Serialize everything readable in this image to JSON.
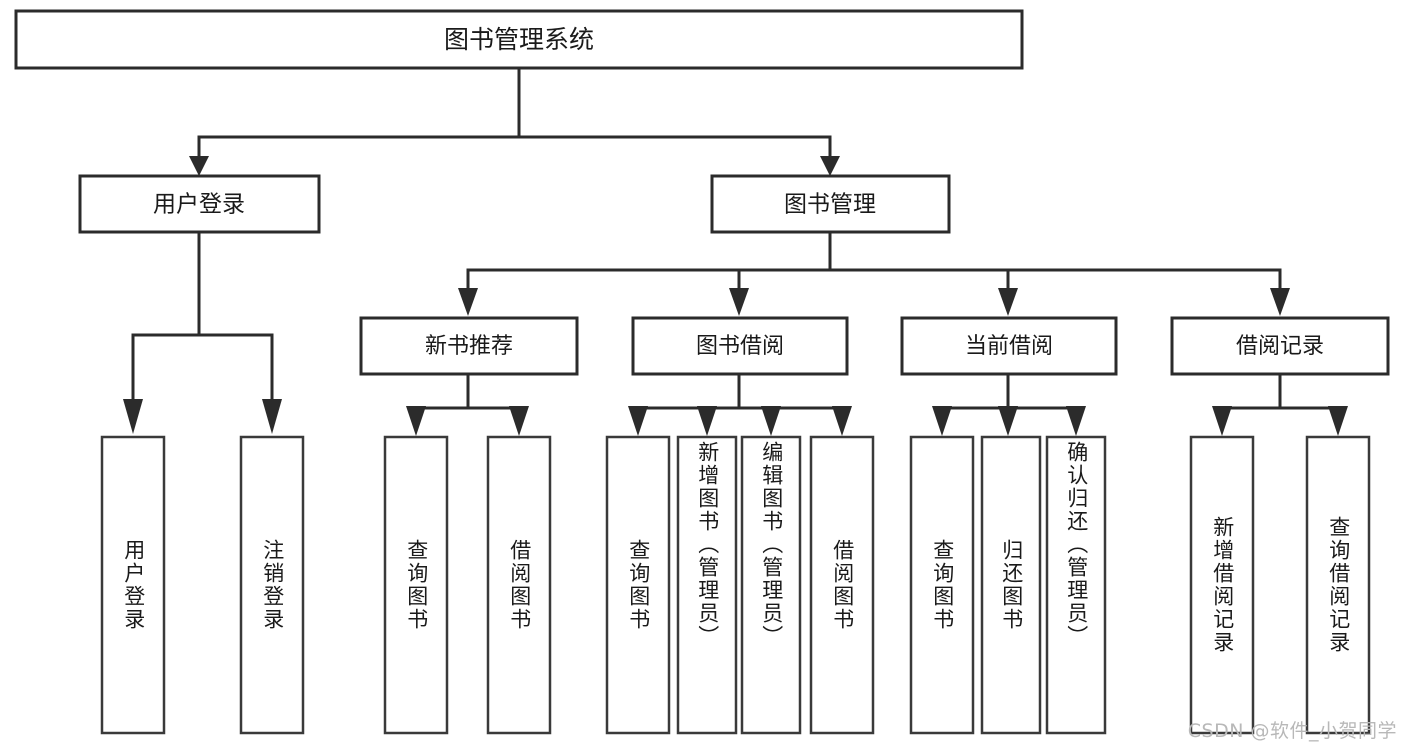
{
  "diagram": {
    "type": "hierarchy-tree",
    "title": "图书管理系统",
    "orientation": "top-down",
    "colors": {
      "box_fill": "#ffffff",
      "box_stroke": "#2b2b2b",
      "connector": "#2b2b2b",
      "text": "#1a1a1a",
      "background": "#ffffff",
      "watermark": "#b8b8b8"
    },
    "root": {
      "label": "图书管理系统",
      "level": 0
    },
    "level2": [
      {
        "label": "用户登录"
      },
      {
        "label": "图书管理"
      }
    ],
    "level3": [
      {
        "label": "新书推荐"
      },
      {
        "label": "图书借阅"
      },
      {
        "label": "当前借阅"
      },
      {
        "label": "借阅记录"
      }
    ],
    "leaves": {
      "user_login": [
        {
          "label": "用户登录"
        },
        {
          "label": "注销登录"
        }
      ],
      "new_book": [
        {
          "label": "查询图书"
        },
        {
          "label": "借阅图书"
        }
      ],
      "book_borrow": [
        {
          "label": "查询图书"
        },
        {
          "label": "新增图书（管理员）"
        },
        {
          "label": "编辑图书（管理员）"
        },
        {
          "label": "借阅图书"
        }
      ],
      "current_borrow": [
        {
          "label": "查询图书"
        },
        {
          "label": "归还图书"
        },
        {
          "label": "确认归还（管理员）"
        }
      ],
      "borrow_record": [
        {
          "label": "新增借阅记录"
        },
        {
          "label": "查询借阅记录"
        }
      ]
    },
    "watermark": "CSDN @软件_小贺同学"
  }
}
